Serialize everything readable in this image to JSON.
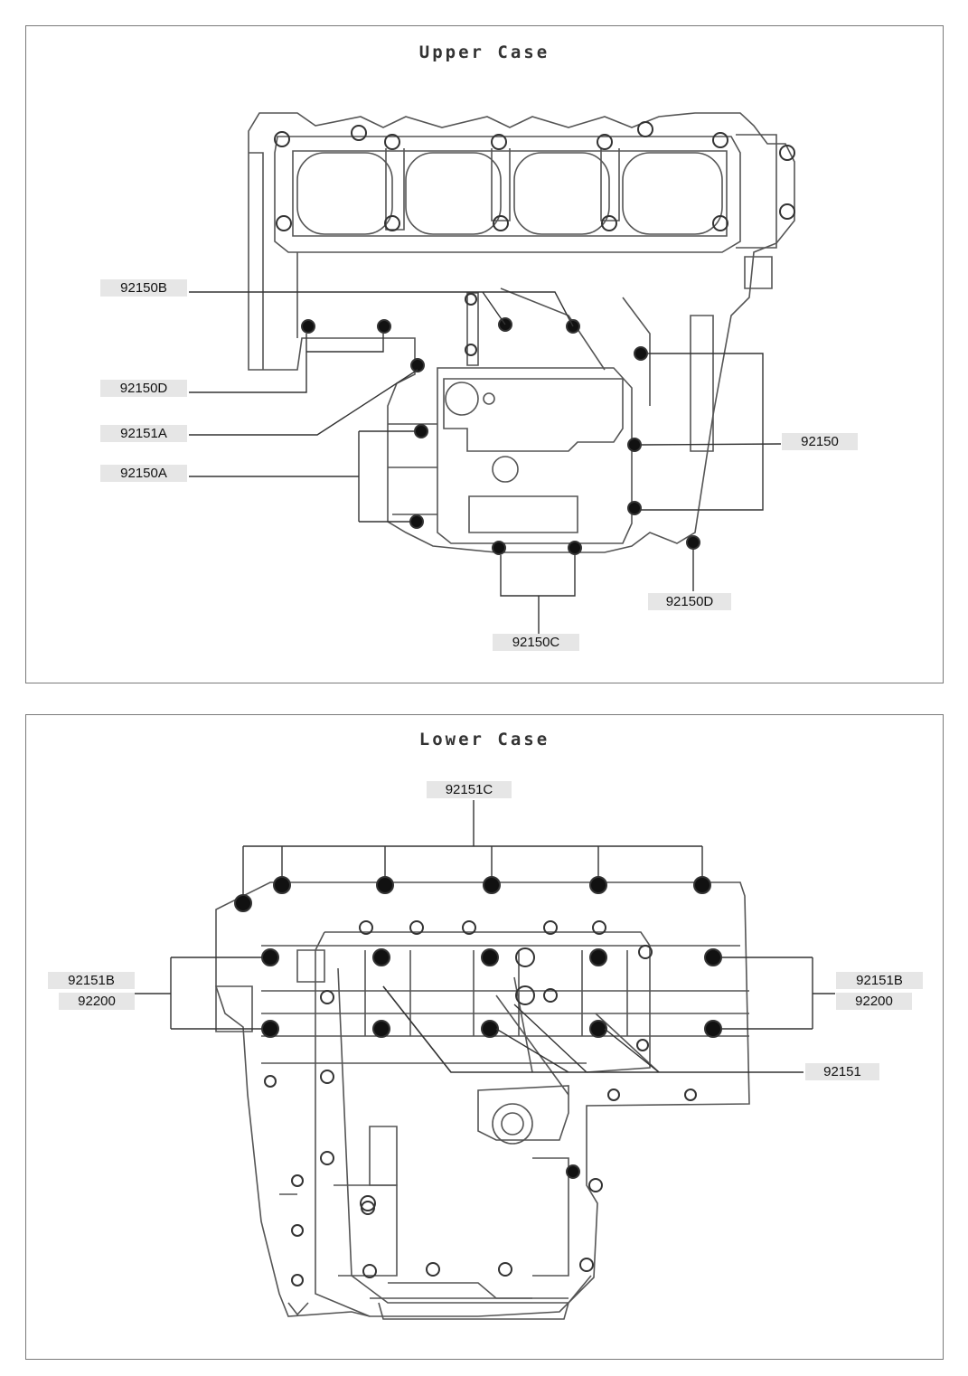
{
  "upper": {
    "title": "Upper Case",
    "labels": {
      "l92150B": "92150B",
      "l92150D_left": "92150D",
      "l92151A": "92151A",
      "l92150A": "92150A",
      "l92150": "92150",
      "l92150D_right": "92150D",
      "l92150C": "92150C"
    }
  },
  "lower": {
    "title": "Lower Case",
    "labels": {
      "l92151C": "92151C",
      "l92151B_left": "92151B",
      "l92200_left": "92200",
      "l92151B_right": "92151B",
      "l92200_right": "92200",
      "l92151": "92151"
    }
  },
  "colors": {
    "line": "#333333",
    "bolt": "#111111",
    "label_bg": "#e6e6e6",
    "frame": "#7a7a7a"
  }
}
